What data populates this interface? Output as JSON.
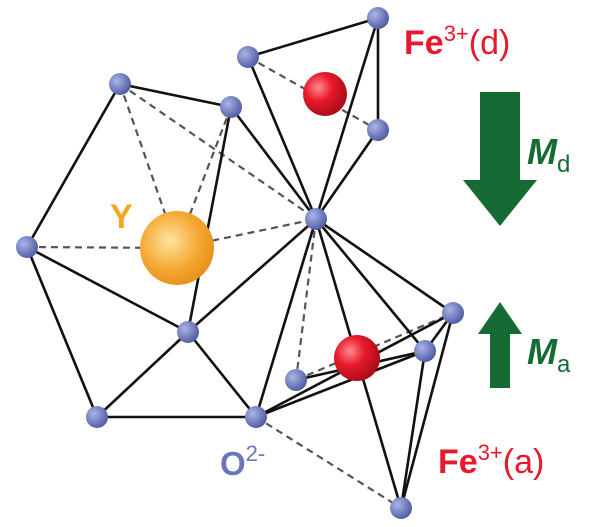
{
  "colors": {
    "oxygen": "#6a76b8",
    "yttrium": "#f5a623",
    "iron": "#e8192c",
    "arrow": "#156b33",
    "bond_solid": "#111111",
    "bond_dashed": "#555555"
  },
  "labels": {
    "fe_d_base": "Fe",
    "fe_d_sup": "3+",
    "fe_d_site": "(d)",
    "fe_a_base": "Fe",
    "fe_a_sup": "3+",
    "fe_a_site": "(a)",
    "y": "Y",
    "o_base": "O",
    "o_sup": "2-",
    "md_base": "M",
    "md_sub": "d",
    "ma_base": "M",
    "ma_sub": "a"
  },
  "arrows": {
    "moment_d_direction": "down",
    "moment_a_direction": "up"
  }
}
